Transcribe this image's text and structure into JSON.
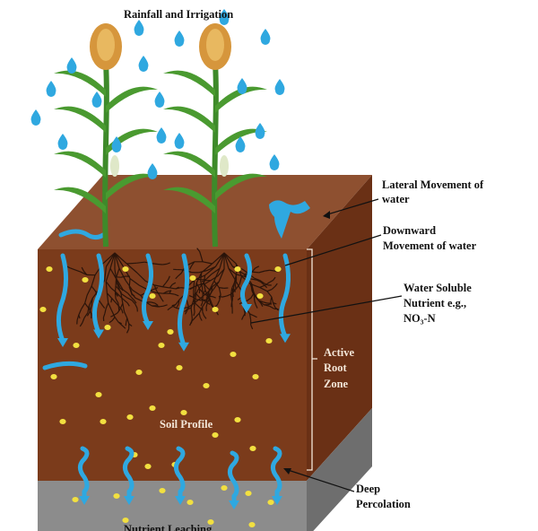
{
  "title": "Rainfall and Irrigation",
  "labels": {
    "lateral": [
      "Lateral Movement of",
      "water"
    ],
    "downward": [
      "Downward",
      "Movement of water"
    ],
    "nutrient": [
      "Water Soluble",
      "Nutrient e.g.,",
      "NO₃-N"
    ],
    "root_zone": [
      "Active",
      "Root",
      "Zone"
    ],
    "deep": [
      "Deep",
      "Percolation"
    ],
    "soil_profile": "Soil Profile",
    "leaching": "Nutrient Leaching"
  },
  "colors": {
    "soil_front": "#7b3b1b",
    "soil_top": "#8e5030",
    "soil_side": "#6a3015",
    "subsoil": "#8c8c8c",
    "water": "#2fa8e0",
    "nutrient": "#f2e040"
  }
}
